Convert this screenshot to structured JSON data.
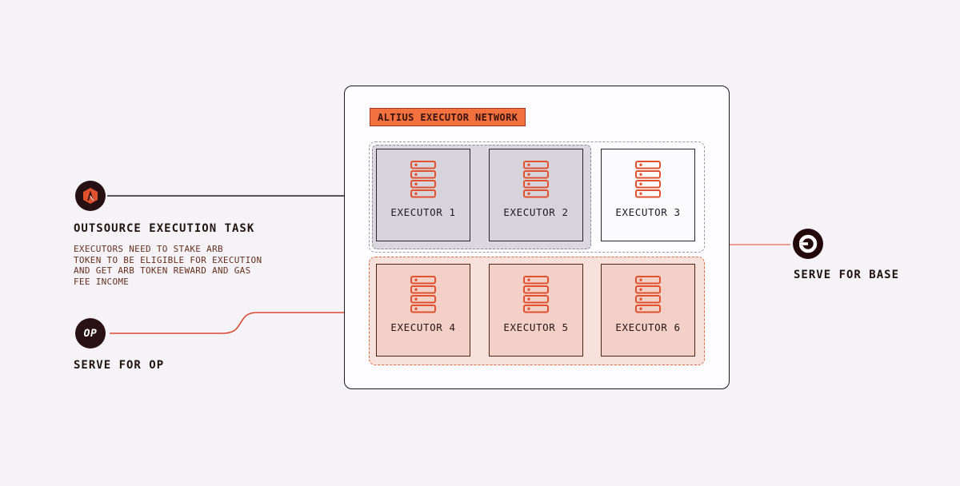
{
  "diagram": {
    "network_title": "ALTIUS EXECUTOR NETWORK",
    "executors": [
      {
        "label": "EXECUTOR 1"
      },
      {
        "label": "EXECUTOR 2"
      },
      {
        "label": "EXECUTOR 3"
      },
      {
        "label": "EXECUTOR 4"
      },
      {
        "label": "EXECUTOR 5"
      },
      {
        "label": "EXECUTOR 6"
      }
    ],
    "arbitrum": {
      "heading": "OUTSOURCE EXECUTION TASK",
      "note_lines": [
        "EXECUTORS NEED TO STAKE ARB",
        "TOKEN TO BE ELIGIBLE FOR EXECUTION",
        "AND GET ARB TOKEN REWARD AND GAS",
        "FEE INCOME"
      ]
    },
    "op": {
      "badge": "OP",
      "caption": "SERVE FOR OP"
    },
    "base": {
      "caption": "SERVE FOR BASE"
    },
    "colors": {
      "accent_orange": "#e2512d",
      "badge_fill": "#f3713e",
      "arrow_dark": "#20202a",
      "arrow_red": "#d8492f",
      "arrow_pink": "#ee9180"
    }
  }
}
